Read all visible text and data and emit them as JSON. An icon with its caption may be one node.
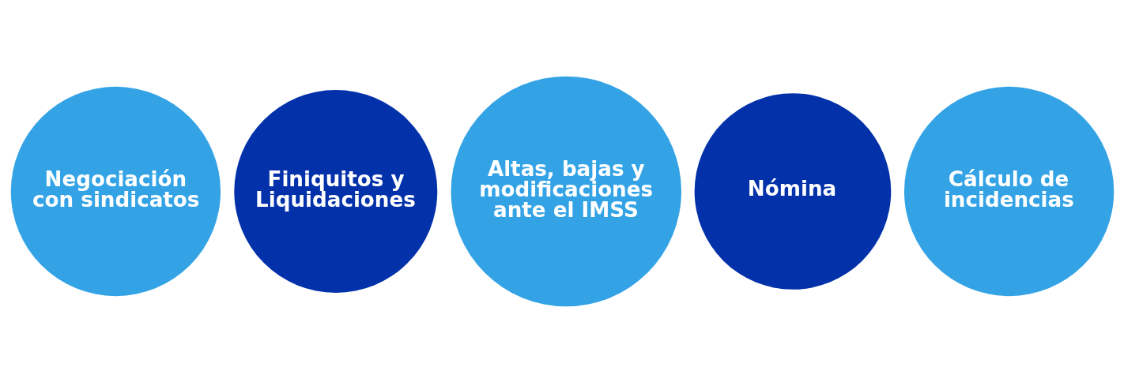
{
  "diagram": {
    "nodes": [
      {
        "text": [
          "Negociación con sindicatos"
        ]
      },
      {
        "text": [
          "Finiquitos y Liquidaciones"
        ]
      },
      {
        "text": [
          "Altas, bajas y modificaciones ante el IMSS"
        ]
      },
      {
        "text": [
          "Nómina"
        ]
      },
      {
        "text": [
          "Cálculo de incidencias"
        ]
      }
    ],
    "edges": []
  }
}
